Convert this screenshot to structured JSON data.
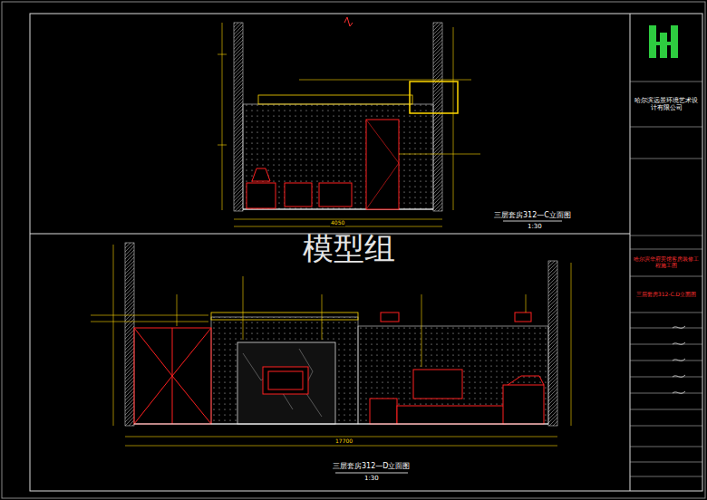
{
  "diagram": {
    "labels": [
      "模型组",
      "三层套房312—C立面图",
      "1:30",
      "三层套房312—D立面图",
      "1:30",
      "哈尔滨远景环境艺术设计有限公司",
      "哈尔滨华府宾馆客房装修工程施工图",
      "三层套房312-C.D立面图",
      "4050",
      "17700"
    ]
  }
}
